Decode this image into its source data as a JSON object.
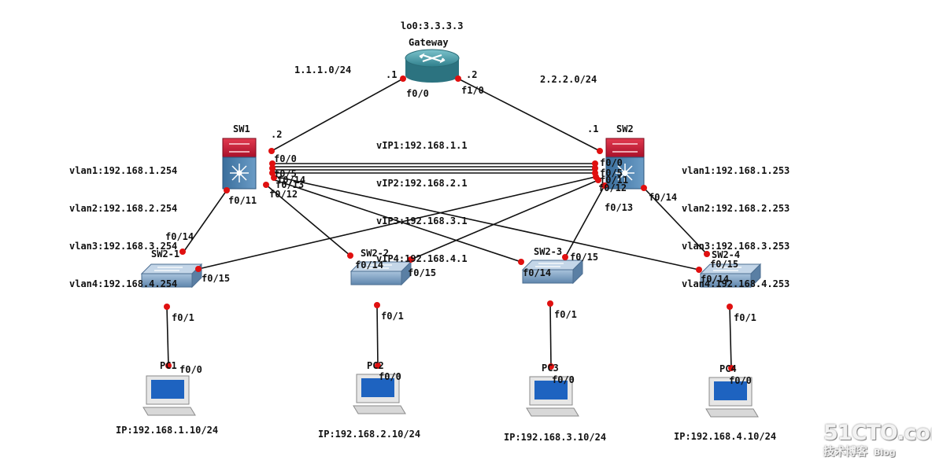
{
  "gateway": {
    "name": "Gateway",
    "loopback": "lo0:3.3.3.3",
    "port_left": "f0/0",
    "port_right": "f1/0",
    "addr_left": ".1",
    "addr_right": ".2"
  },
  "links": {
    "left_net": "1.1.1.0/24",
    "right_net": "2.2.2.0/24"
  },
  "sw1": {
    "name": "SW1",
    "uplink_addr": ".2",
    "vlans": [
      "vlan1:192.168.1.254",
      "vlan2:192.168.2.254",
      "vlan3:192.168.3.254",
      "vlan4:192.168.4.254"
    ],
    "ports": {
      "p0": "f0/0",
      "p5": "f0/5",
      "p14": "f0/14",
      "p13": "f0/13",
      "p12": "f0/12",
      "p11": "f0/11"
    }
  },
  "sw2": {
    "name": "SW2",
    "uplink_addr": ".1",
    "vlans": [
      "vlan1:192.168.1.253",
      "vlan2:192.168.2.253",
      "vlan3:192.168.3.253",
      "vlan4:192.168.4.253"
    ],
    "ports": {
      "p0": "f0/0",
      "p5": "f0/5",
      "p11": "f0/11",
      "p12": "f0/12",
      "p13": "f0/13",
      "p14": "f0/14"
    }
  },
  "vips": [
    "vIP1:192.168.1.1",
    "vIP2:192.168.2.1",
    "vIP3:192.168.3.1",
    "vIP4:192.168.4.1"
  ],
  "access_switches": [
    {
      "name": "SW2-1",
      "up1": "f0/14",
      "up2": "f0/15",
      "down": "f0/1"
    },
    {
      "name": "SW2-2",
      "up1": "f0/14",
      "up2": "f0/15",
      "down": "f0/1"
    },
    {
      "name": "SW2-3",
      "up1": "f0/14",
      "up2": "f0/15",
      "down": "f0/1"
    },
    {
      "name": "SW2-4",
      "up1": "f0/14",
      "up2": "f0/15",
      "down": "f0/1"
    }
  ],
  "pcs": [
    {
      "name": "PC1",
      "port": "f0/0",
      "ip": "IP:192.168.1.10/24"
    },
    {
      "name": "PC2",
      "port": "f0/0",
      "ip": "IP:192.168.2.10/24"
    },
    {
      "name": "PC3",
      "port": "f0/0",
      "ip": "IP:192.168.3.10/24"
    },
    {
      "name": "PC4",
      "port": "f0/0",
      "ip": "IP:192.168.4.10/24"
    }
  ],
  "watermark": {
    "site": "51CTO.com",
    "subtitle": "技术博客",
    "blog": "Blog"
  },
  "colors": {
    "link": "#111111",
    "port_dot": "#e01010",
    "router": "#3d8f9a",
    "l3_switch_top": "#c8102e",
    "l3_switch_body": "#4a7da8",
    "access_switch": "#6f93b8",
    "pc_screen": "#1e63c0"
  }
}
